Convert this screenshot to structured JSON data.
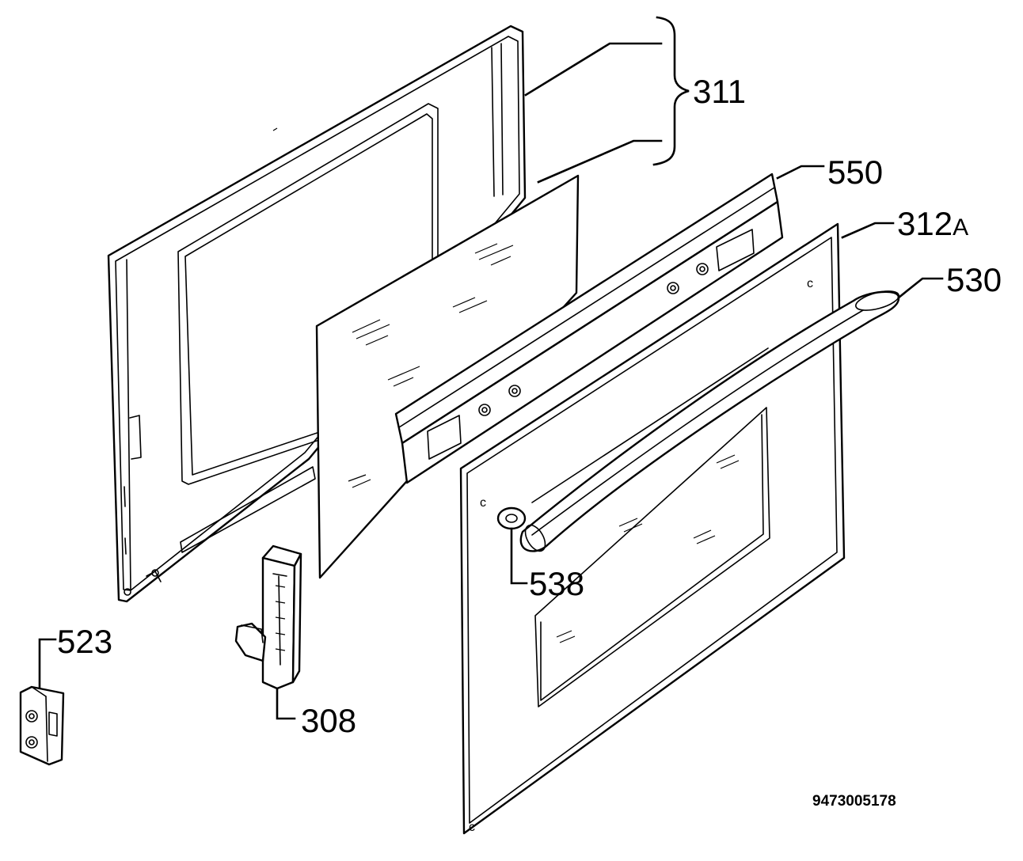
{
  "diagram": {
    "callouts": {
      "frame_assembly": "311",
      "bracket": "550",
      "door_panel": {
        "number": "312",
        "suffix": "A"
      },
      "handle": "530",
      "handle_cap": "538",
      "strike_plate": "523",
      "hinge": "308"
    },
    "drawing_number": "9473005178"
  }
}
